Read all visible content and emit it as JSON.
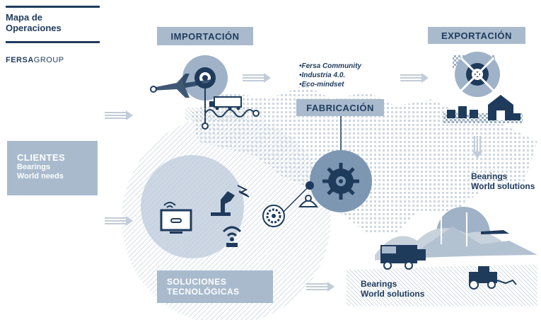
{
  "title": {
    "line1": "Mapa de",
    "line2": "Operaciones"
  },
  "logo": {
    "bold": "FERSA",
    "regular": "GROUP"
  },
  "labels": {
    "importacion": "IMPORTACIÓN",
    "exportacion": "EXPORTACIÓN",
    "fabricacion": "FABRICACIÓN"
  },
  "clientes": {
    "heading": "CLIENTES",
    "line1": "Bearings",
    "line2": "World needs"
  },
  "soluciones": {
    "line1": "SOLUCIONES",
    "line2": "TECNOLÓGICAS"
  },
  "bullets": [
    "•Fersa Community",
    "•Industria 4.0.",
    "•Eco-mindset"
  ],
  "export_caption": {
    "line1": "Bearings",
    "line2": "World solutions"
  },
  "bottom_caption": {
    "line1": "Bearings",
    "line2": "World solutions"
  },
  "colors": {
    "navy": "#1f3b5c",
    "label_box": "#a9bacd",
    "circle_fill": "#7d97b3",
    "map_dots": "#c9d2dc"
  }
}
